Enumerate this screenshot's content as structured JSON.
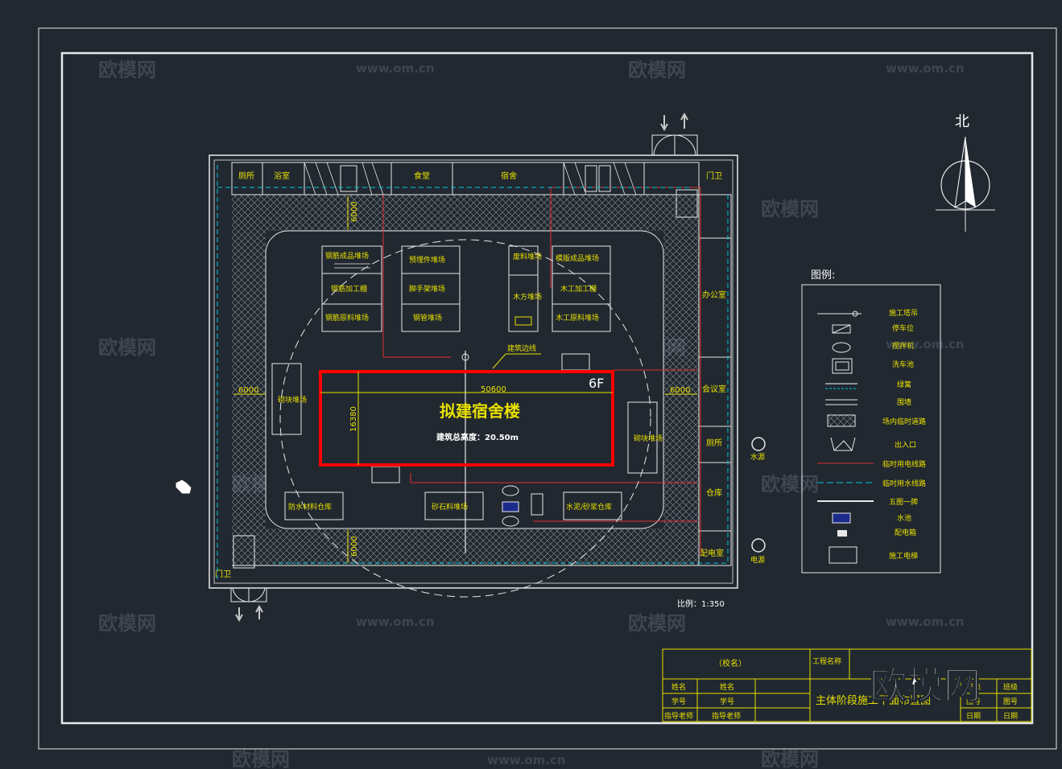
{
  "watermark": {
    "brand": "欧模网",
    "url": "www.om.cn",
    "big_logo": "欧模网"
  },
  "north": "北",
  "legend": {
    "title": "图例:",
    "items": [
      "施工塔吊",
      "停车位",
      "搅拌机",
      "洗车池",
      "绿篱",
      "围墙",
      "场内临时道路",
      "出入口",
      "临时用电线路",
      "临时用水线路",
      "五图一牌",
      "水池",
      "配电箱",
      "施工电梯"
    ]
  },
  "rooms": {
    "toilet_top": "厕所",
    "bath": "浴室",
    "canteen": "食堂",
    "dorm": "宿舍",
    "guard_top": "门卫",
    "office": "办公室",
    "meeting": "会议室",
    "toilet_right": "厕所",
    "warehouse": "仓库",
    "power_room": "配电室",
    "guard_bottom": "门卫"
  },
  "yards": {
    "rebar_finished": "钢筋成品堆场",
    "rebar_shed": "钢筋加工棚",
    "rebar_raw": "钢筋原料堆场",
    "embedded": "预埋件堆场",
    "scaffold": "脚手架堆场",
    "steel_pipe": "钢管堆场",
    "waste": "废料堆场",
    "timber": "木方堆场",
    "formwork": "模版成品堆场",
    "wood_shed": "木工加工棚",
    "wood_raw": "木工原料堆场",
    "block_left": "砌块堆场",
    "block_right": "砌块堆场",
    "waterproof": "防水材料仓库",
    "sand": "砂石料堆场",
    "cement": "水泥/砂浆仓库"
  },
  "building": {
    "name": "拟建宿舍楼",
    "height_label": "建筑总高度：20.50m",
    "floors": "6F",
    "length": "50600",
    "width": "16380",
    "edge_line": "建筑边线"
  },
  "dims": {
    "top": "6000",
    "left": "6000",
    "right": "6000",
    "bottom": "6000"
  },
  "sources": {
    "water": "水源",
    "power": "电源"
  },
  "scale": "比例：1:350",
  "title_block": {
    "school": "（校名）",
    "project_label": "工程名称",
    "drawing_title": "主体阶段施工平面布置图",
    "name_l": "姓名",
    "name_v": "姓名",
    "id_l": "学号",
    "id_v": "学号",
    "teacher_l": "指导老师",
    "teacher_v": "指导老师",
    "class_l": "班级",
    "class_v": "班级",
    "drawno_l": "图号",
    "drawno_v": "图号",
    "date_l": "日期",
    "date_v": "日期"
  }
}
